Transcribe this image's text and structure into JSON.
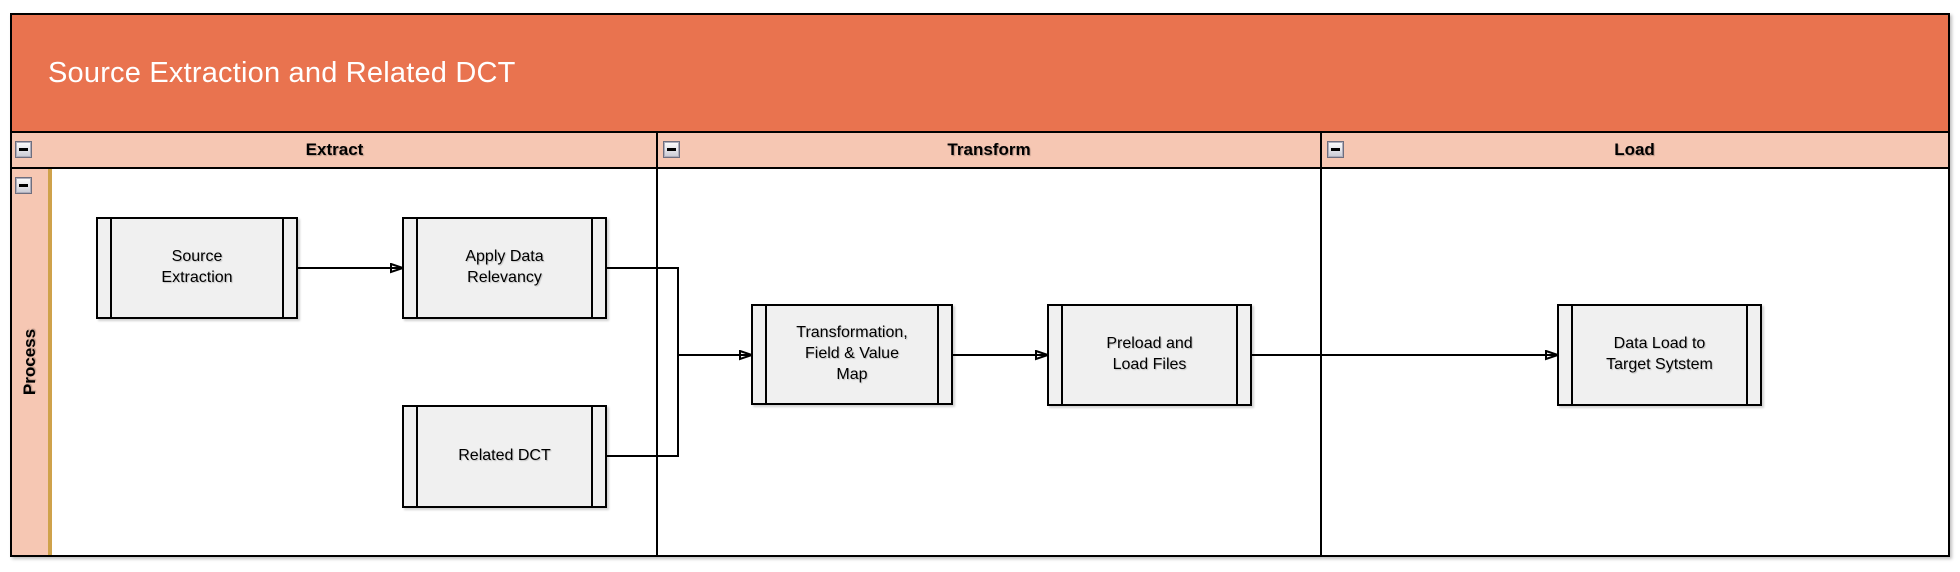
{
  "title": "Source Extraction and Related DCT",
  "lanes": [
    {
      "id": "extract",
      "label": "Extract"
    },
    {
      "id": "transform",
      "label": "Transform"
    },
    {
      "id": "load",
      "label": "Load"
    }
  ],
  "process_row": {
    "label": "Process"
  },
  "nodes": [
    {
      "id": "source-extraction",
      "lane": "extract",
      "label": "Source\nExtraction"
    },
    {
      "id": "apply-data-relevancy",
      "lane": "extract",
      "label": "Apply Data\nRelevancy"
    },
    {
      "id": "related-dct",
      "lane": "extract",
      "label": "Related DCT"
    },
    {
      "id": "transformation-field-value-map",
      "lane": "transform",
      "label": "Transformation,\nField & Value\nMap"
    },
    {
      "id": "preload-and-load-files",
      "lane": "transform",
      "label": "Preload and\nLoad Files"
    },
    {
      "id": "data-load-to-target-system",
      "lane": "load",
      "label": "Data Load to\nTarget Sytstem"
    }
  ],
  "edges": [
    {
      "from": "source-extraction",
      "to": "apply-data-relevancy"
    },
    {
      "from": "apply-data-relevancy",
      "to": "transformation-field-value-map"
    },
    {
      "from": "related-dct",
      "to": "transformation-field-value-map"
    },
    {
      "from": "transformation-field-value-map",
      "to": "preload-and-load-files"
    },
    {
      "from": "preload-and-load-files",
      "to": "data-load-to-target-system"
    }
  ],
  "icons": {
    "collapse": "minus-icon"
  },
  "colors": {
    "title_bg": "#E9734F",
    "title_text": "#FFFFFF",
    "lane_header_bg": "#F6C7B3",
    "process_accent": "#CFA24B",
    "node_fill": "#F0F0F0",
    "stroke": "#000000"
  }
}
